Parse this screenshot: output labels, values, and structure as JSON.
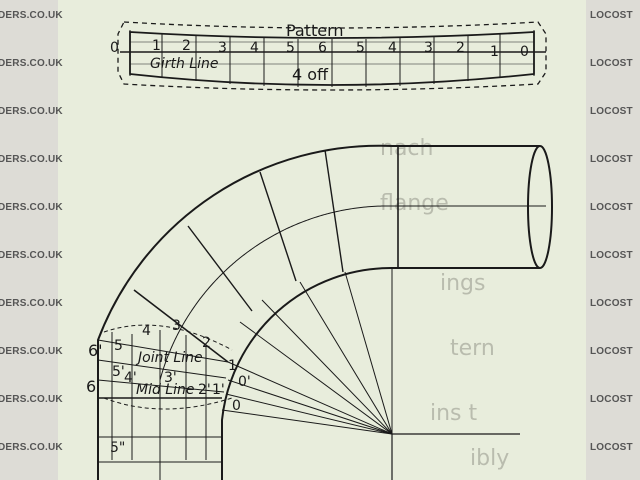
{
  "watermark": {
    "left": "DERS.CO.UK",
    "right": "LOCOST"
  },
  "pattern": {
    "title": "Pattern",
    "count": "4 off",
    "girth_line": "Girth Line",
    "top_labels": [
      "0",
      "1",
      "2",
      "3",
      "4",
      "5",
      "6",
      "5",
      "4",
      "3",
      "2",
      "1",
      "0"
    ]
  },
  "elbow": {
    "joint_line": "Joint Line",
    "mid_line": "Mid Line",
    "outer_labels": [
      "6'",
      "5",
      "4",
      "3",
      "2",
      "1"
    ],
    "left_labels": [
      "6",
      "5'",
      "4'",
      "3'",
      "2'",
      "1'"
    ],
    "right_labels": [
      "0'",
      "0"
    ],
    "bottom_label": "5\"",
    "ghost_text": [
      "nach",
      "flange",
      "ings",
      "tern",
      "ins t",
      "ibly"
    ]
  }
}
